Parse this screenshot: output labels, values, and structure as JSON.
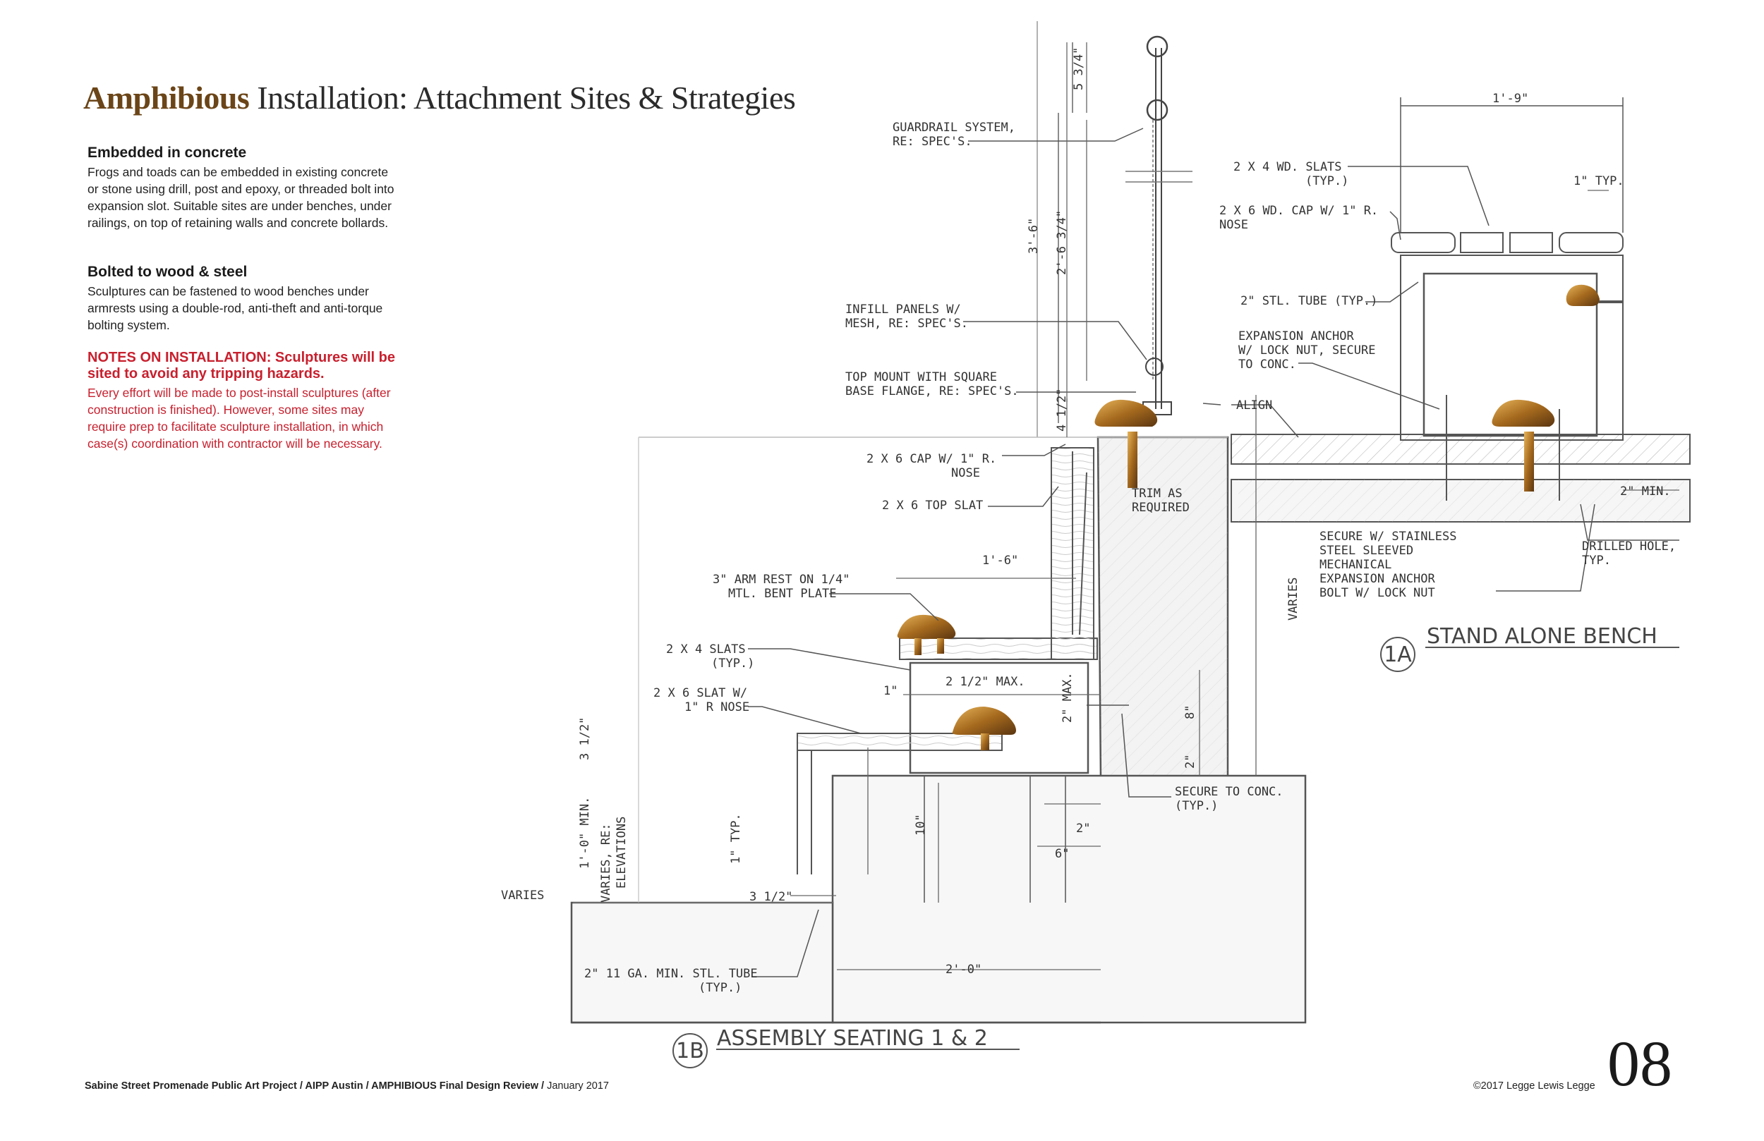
{
  "title": {
    "brand": "Amphibious",
    "rest": " Installation: Attachment Sites & Strategies"
  },
  "sections": {
    "embedded": {
      "heading": "Embedded in concrete",
      "body": "Frogs and toads can be embedded in existing concrete or stone using drill, post and epoxy, or threaded bolt into expansion slot. Suitable sites are under benches, under railings, on top of retaining walls and concrete bollards."
    },
    "bolted": {
      "heading": "Bolted to wood & steel",
      "body": "Sculptures can be fastened to wood benches under armrests using a double-rod, anti-theft and anti-torque bolting system."
    },
    "notes": {
      "heading": "NOTES ON INSTALLATION: Sculptures will be sited to avoid any tripping hazards.",
      "body": "Every effort will be made to post-install sculptures (after construction is finished). However, some sites may require prep to facilitate sculpture installation, in which case(s) coordination with contractor will be necessary."
    }
  },
  "footer": {
    "project": "Sabine Street Promenade Public Art Project / AIPP Austin / AMPHIBIOUS Final Design Review /",
    "date": " January 2017",
    "copyright": "©2017 Legge Lewis Legge",
    "page": "08"
  },
  "drawing": {
    "detail_1a": {
      "number": "1A",
      "title": "STAND ALONE BENCH"
    },
    "detail_1b": {
      "number": "1B",
      "title": "ASSEMBLY SEATING 1 & 2"
    },
    "notes": {
      "guardrail_1": "GUARDRAIL SYSTEM,",
      "guardrail_2": "RE: SPEC'S.",
      "infill_1": "INFILL PANELS W/",
      "infill_2": "MESH, RE: SPEC'S.",
      "topmount_1": "TOP MOUNT WITH SQUARE",
      "topmount_2": "BASE FLANGE, RE: SPEC'S.",
      "cap_1": "2 X 6 CAP W/ 1\" R.",
      "cap_2": "NOSE",
      "topslat": "2 X 6 TOP SLAT",
      "trim_1": "TRIM AS",
      "trim_2": "REQUIRED",
      "armrest_1": "3\" ARM REST ON 1/4\"",
      "armrest_2": "MTL. BENT PLATE",
      "slats4_1": "2 X 4 SLATS",
      "slats4_2": "(TYP.)",
      "slat6_1": "2 X 6 SLAT W/",
      "slat6_2": "1\" R NOSE",
      "secure_1": "SECURE TO CONC.",
      "secure_2": "(TYP.)",
      "tube_1": "2\" 11 GA. MIN. STL. TUBE",
      "tube_2": "(TYP.)",
      "varies": "VARIES",
      "varies_elev_1": "VARIES, RE:",
      "varies_elev_2": "ELEVATIONS",
      "min_1ft": "1'-0\" MIN.",
      "align": "ALIGN",
      "wd_slats_1": "2 X 4 WD. SLATS",
      "wd_slats_2": "(TYP.)",
      "wd_cap_1": "2 X 6 WD. CAP W/ 1\" R.",
      "wd_cap_2": "NOSE",
      "one_typ": "1\" TYP.",
      "stl_tube": "2\" STL. TUBE (TYP.)",
      "exp_1": "EXPANSION ANCHOR",
      "exp_2": "W/ LOCK NUT, SECURE",
      "exp_3": "TO CONC.",
      "ss_1": "SECURE W/ STAINLESS",
      "ss_2": "STEEL SLEEVED",
      "ss_3": "MECHANICAL",
      "ss_4": "EXPANSION ANCHOR",
      "ss_5": "BOLT W/ LOCK NUT",
      "drilled_1": "DRILLED HOLE,",
      "drilled_2": "TYP.",
      "two_min": "2\" MIN."
    },
    "dims": {
      "d534": "5 3/4\"",
      "d36": "3'-6\"",
      "d2634": "2'-6 3/4\"",
      "d412": "4 1/2\"",
      "d16": "1'-6\"",
      "d212max": "2 1/2\" MAX.",
      "d2max": "2\" MAX.",
      "d1": "1\"",
      "d8": "8\"",
      "d2a": "2\"",
      "d10": "10\"",
      "d2b": "2\"",
      "d6": "6\"",
      "d312a": "3 1/2\"",
      "d312b": "3 1/2\"",
      "d1typ": "1\" TYP.",
      "d20": "2'-0\"",
      "d19": "1'-9\""
    }
  }
}
